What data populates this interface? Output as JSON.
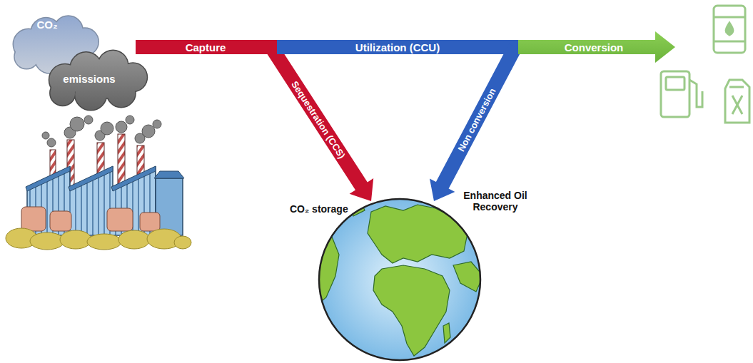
{
  "diagram": {
    "nodes": [
      {
        "text": [
          "CO₂"
        ]
      },
      {
        "text": [
          "emissions"
        ]
      },
      {
        "text": [
          "CO₂ storage",
          "Enhanced Oil Recovery"
        ]
      }
    ],
    "labels": [
      "Capture",
      "Utilization (CCU)",
      "Conversion",
      "Sequestration (CCS)",
      "Non conversion"
    ]
  }
}
